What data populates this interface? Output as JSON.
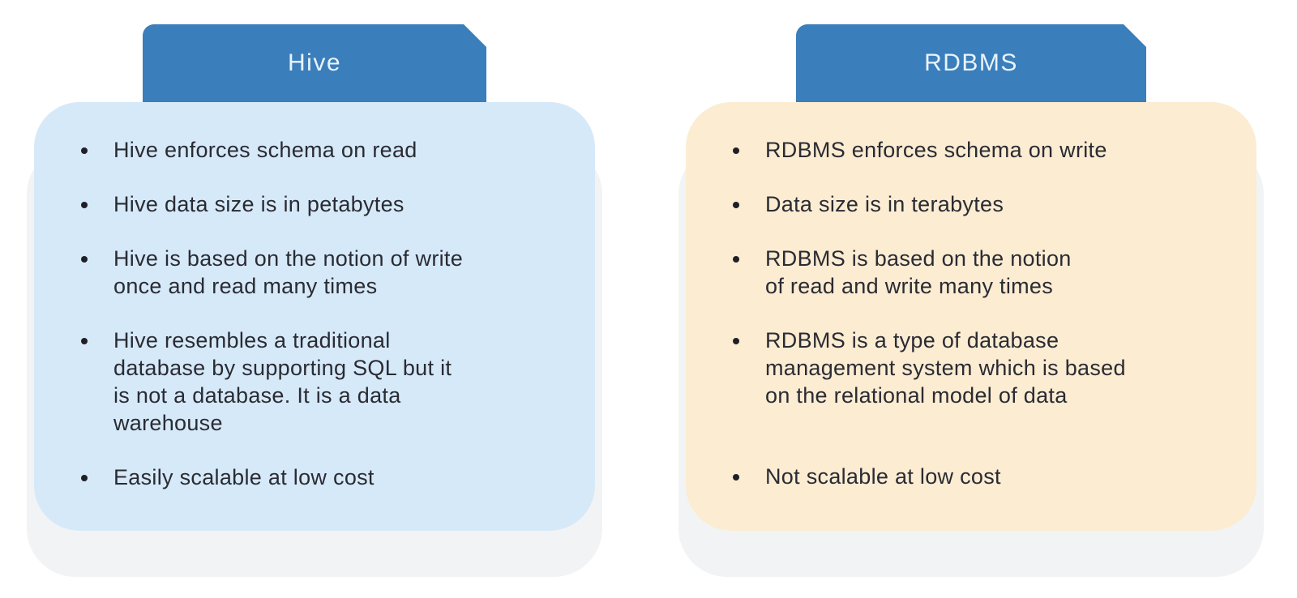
{
  "colors": {
    "page_bg": "#ffffff",
    "header_bg": "#3a7ebc",
    "header_text": "#e9f3fa",
    "hive_body_bg": "#d6e9f9",
    "rdbms_body_bg": "#fbecd2",
    "stack_bg": "#f2f3f4",
    "body_text": "#2a2b33",
    "bullet_color": "#1f1f26"
  },
  "icons": {
    "bullet": "round-dot"
  },
  "cards": [
    {
      "id": "hive",
      "title": "Hive",
      "bullets": [
        "Hive enforces schema on read",
        "Hive data size is in petabytes",
        "Hive is based on the notion of write\nonce and read many times",
        "Hive resembles a traditional\ndatabase by supporting SQL but it\nis not a database. It is a data\nwarehouse",
        "Easily scalable at low cost"
      ]
    },
    {
      "id": "rdbms",
      "title": "RDBMS",
      "bullets": [
        "RDBMS enforces schema on write",
        "Data size is in terabytes",
        "RDBMS is based on the notion\nof read and write many times",
        "RDBMS is a type of database\nmanagement system which is based\non the relational model of data",
        "Not scalable at low cost"
      ]
    }
  ]
}
